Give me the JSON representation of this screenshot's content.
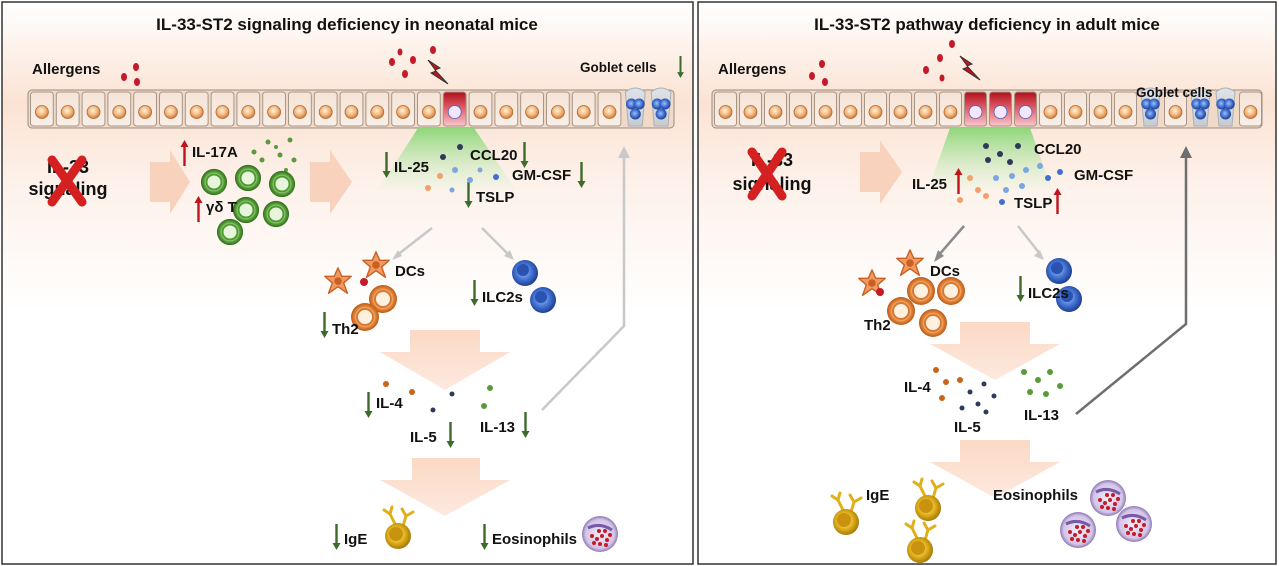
{
  "panels": [
    {
      "title": "IL-33-ST2 signaling deficiency in neonatal mice",
      "labels": {
        "allergens": "Allergens",
        "goblet": "Goblet cells",
        "il33_line1": "IL-33",
        "il33_line2": "signaling",
        "il17a": "IL-17A",
        "gdt": "γδ T",
        "il25": "IL-25",
        "ccl20": "CCL20",
        "gmcsf": "GM-CSF",
        "tslp": "TSLP",
        "dcs": "DCs",
        "th2": "Th2",
        "ilc2s": "ILC2s",
        "il4": "IL-4",
        "il5": "IL-5",
        "il13": "IL-13",
        "ige": "IgE",
        "eos": "Eosinophils"
      }
    },
    {
      "title": "IL-33-ST2 pathway deficiency in adult mice",
      "labels": {
        "allergens": "Allergens",
        "goblet": "Goblet cells",
        "il33_line1": "IL-33",
        "il33_line2": "signaling",
        "il25": "IL-25",
        "ccl20": "CCL20",
        "gmcsf": "GM-CSF",
        "tslp": "TSLP",
        "dcs": "DCs",
        "th2": "Th2",
        "ilc2s": "ILC2s",
        "il4": "IL-4",
        "il5": "IL-5",
        "il13": "IL-13",
        "ige": "IgE",
        "eos": "Eosinophils"
      }
    }
  ],
  "colors": {
    "up_arrow": "#c0141c",
    "down_arrow": "#3d6b2a",
    "block_x": "#d42020",
    "il4_dot": "#c9641c",
    "il5_dot": "#2e3a5a",
    "il13_dot": "#5a9a3a",
    "ilc2": "#3f6fd1",
    "th2": "#e07a2a",
    "gdt": "#5aa53a",
    "ige_cell": "#e0b01a",
    "eos": "#b9a8d8"
  }
}
